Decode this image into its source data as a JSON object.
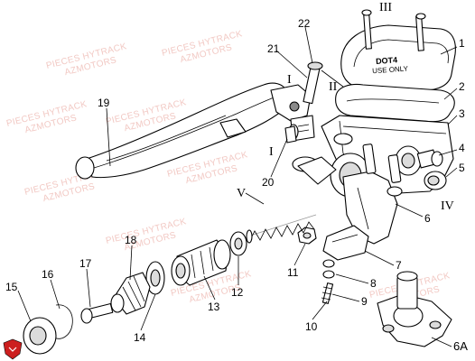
{
  "watermarks": [
    {
      "line1": "PIECES HYTRACK",
      "line2": "AZMOTORS"
    },
    {
      "line1": "PIECES HYTRACK",
      "line2": "AZMOTORS"
    },
    {
      "line1": "PIECES HYTRACK",
      "line2": "AZMOTORS"
    },
    {
      "line1": "PIECES HYTRACK",
      "line2": "AZMOTORS"
    },
    {
      "line1": "PIECES HYTRACK",
      "line2": "AZMOTORS"
    },
    {
      "line1": "PIECES HYTRACK",
      "line2": "AZMOTORS"
    },
    {
      "line1": "PIECES HYTRACK",
      "line2": "AZMOTORS"
    },
    {
      "line1": "PIECES HYTRACK",
      "line2": "AZMOTORS"
    },
    {
      "line1": "PIECES HYTRACK",
      "line2": "AZMOTORS"
    }
  ],
  "callouts": {
    "p1": "1",
    "p2": "2",
    "p3": "3",
    "p4": "4",
    "p5": "5",
    "p6": "6",
    "p6a": "6A",
    "p7": "7",
    "p8": "8",
    "p9": "9",
    "p10": "10",
    "p11": "11",
    "p12": "12",
    "p13": "13",
    "p14": "14",
    "p15": "15",
    "p16": "16",
    "p17": "17",
    "p18": "18",
    "p19": "19",
    "p20": "20",
    "p21": "21",
    "p22": "22"
  },
  "roman_marks": {
    "I_top": "I",
    "I_mid": "I",
    "II": "II",
    "III": "III",
    "IV": "IV",
    "V": "V"
  },
  "cap_text": {
    "line1": "DOT4",
    "line2": "USE ONLY"
  },
  "accent": "#cc1f1f"
}
